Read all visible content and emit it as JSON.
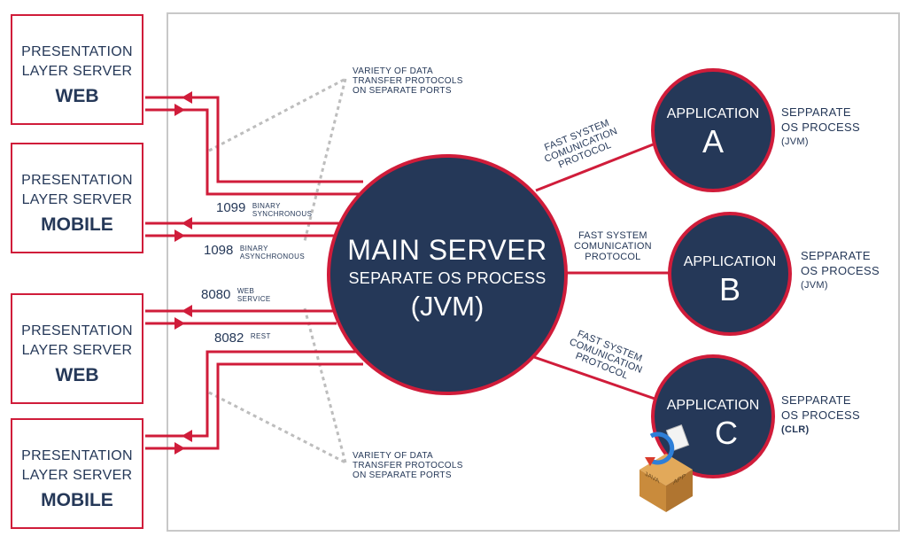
{
  "presentation_boxes": [
    {
      "line1": "PRESENTATION",
      "line2": "LAYER SERVER",
      "type": "WEB"
    },
    {
      "line1": "PRESENTATION",
      "line2": "LAYER SERVER",
      "type": "MOBILE"
    },
    {
      "line1": "PRESENTATION",
      "line2": "LAYER SERVER",
      "type": "WEB"
    },
    {
      "line1": "PRESENTATION",
      "line2": "LAYER SERVER",
      "type": "MOBILE"
    }
  ],
  "main_server": {
    "title": "MAIN SERVER",
    "subtitle": "SEPARATE OS PROCESS",
    "runtime": "(JVM)"
  },
  "applications": [
    {
      "label": "APPLICATION",
      "letter": "A",
      "note1": "SEPPARATE",
      "note2": "OS PROCESS",
      "note3": "(JVM)",
      "protocol": [
        "FAST SYSTEM",
        "COMUNICATION",
        "PROTOCOL"
      ]
    },
    {
      "label": "APPLICATION",
      "letter": "B",
      "note1": "SEPPARATE",
      "note2": "OS PROCESS",
      "note3": "(JVM)",
      "protocol": [
        "FAST SYSTEM",
        "COMUNICATION",
        "PROTOCOL"
      ]
    },
    {
      "label": "APPLICATION",
      "letter": "C",
      "note1": "SEPPARATE",
      "note2": "OS PROCESS",
      "note3": "(CLR)",
      "protocol": [
        "FAST SYSTEM",
        "COMUNICATION",
        "PROTOCOL"
      ]
    }
  ],
  "ports": [
    {
      "number": "1099",
      "line1": "BINARY",
      "line2": "SYNCHRONOUS"
    },
    {
      "number": "1098",
      "line1": "BINARY",
      "line2": "ASYNCHRONOUS"
    },
    {
      "number": "8080",
      "line1": "WEB",
      "line2": "SERVICE"
    },
    {
      "number": "8082",
      "line1": "REST",
      "line2": ""
    }
  ],
  "variety_notes": [
    {
      "line1": "VARIETY OF DATA",
      "line2": "TRANSFER PROTOCOLS",
      "line3": "ON SEPARATE PORTS"
    },
    {
      "line1": "VARIETY OF DATA",
      "line2": "TRANSFER PROTOCOLS",
      "line3": "ON SEPARATE PORTS"
    }
  ],
  "package_icon": {
    "face_left": "JAVA",
    "face_right": "APP"
  },
  "colors": {
    "navy": "#253858",
    "red": "#d01c3a",
    "gray_frame": "#c8c8c8",
    "dotted": "#bdbdbd"
  }
}
